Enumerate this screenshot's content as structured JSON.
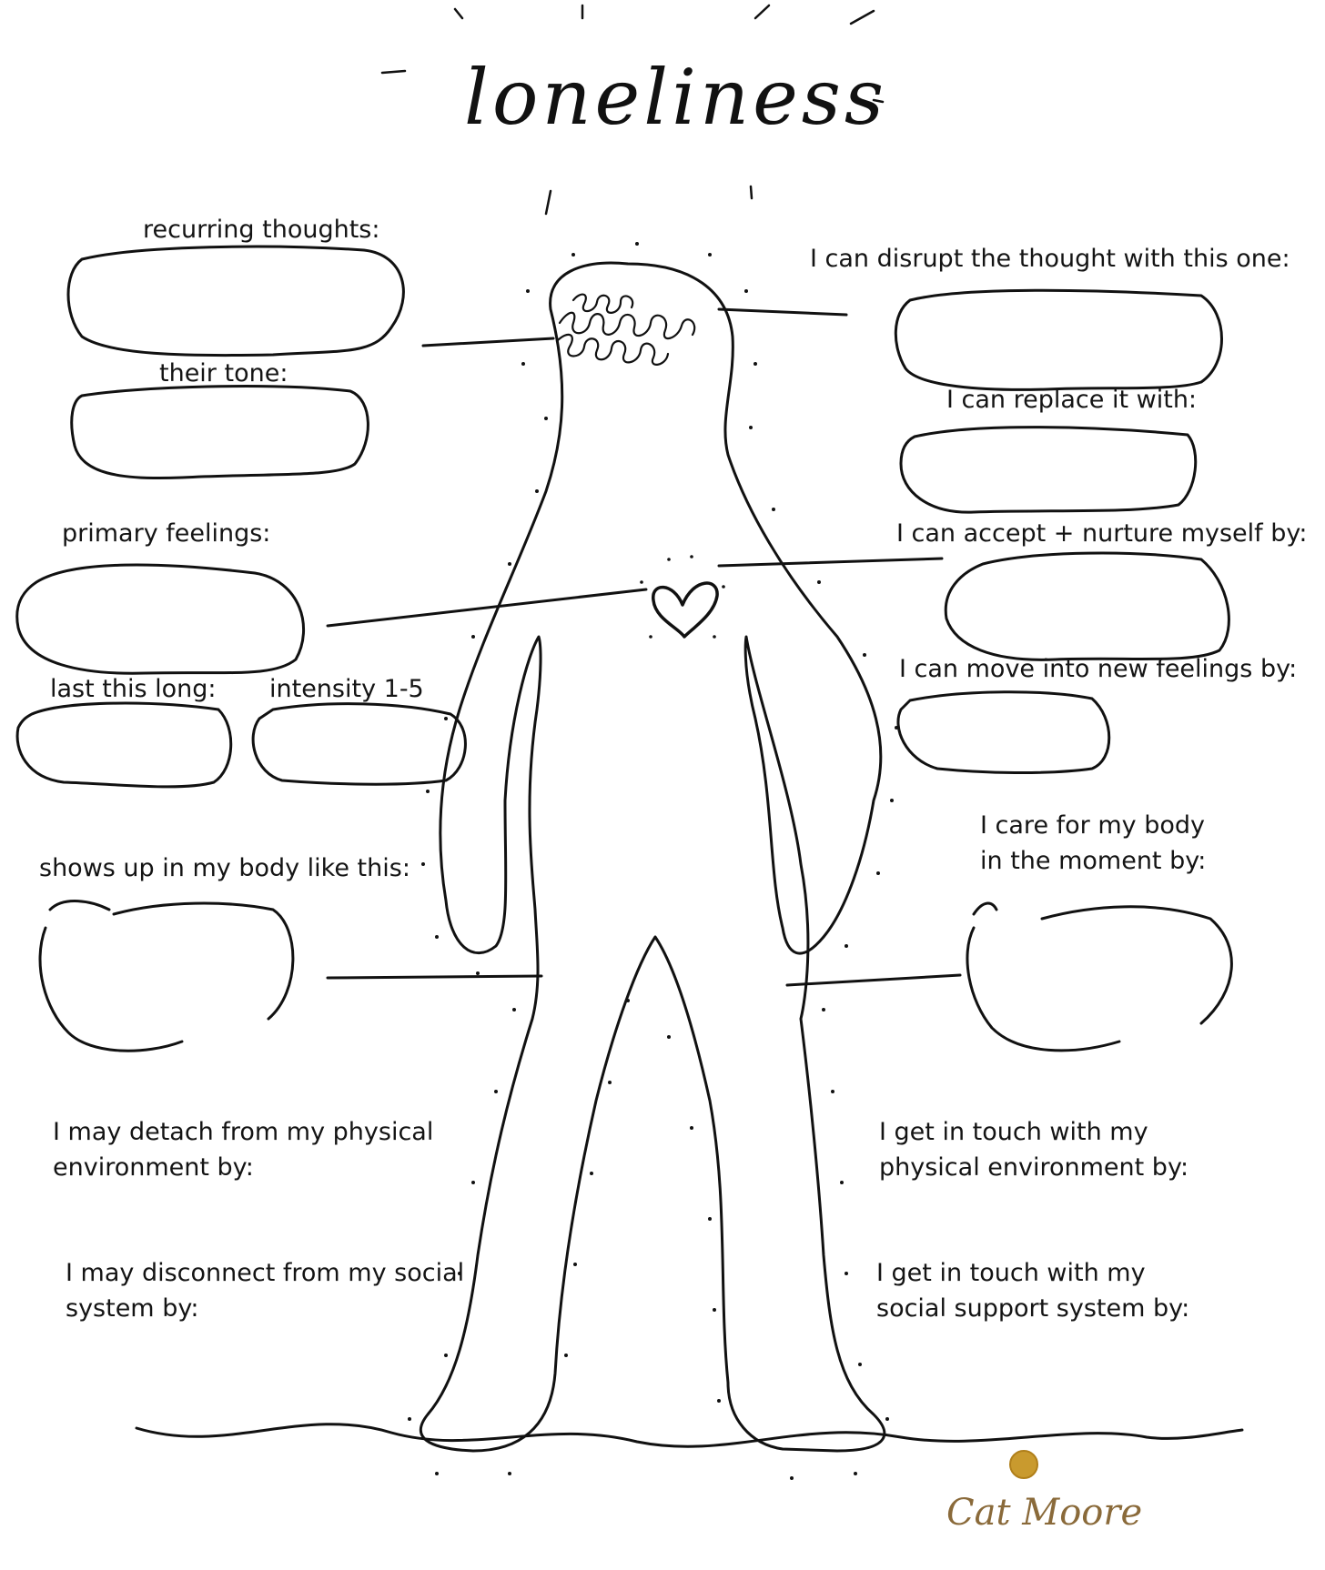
{
  "title": "loneliness",
  "left": {
    "recurring_thoughts": "recurring thoughts:",
    "their_tone": "their tone:",
    "primary_feelings": "primary feelings:",
    "last_this_long": "last this long:",
    "intensity": "intensity 1-5",
    "shows_up": "shows up in my body like this:",
    "detach_line1": "I may detach from my physical",
    "detach_line2": "environment by:",
    "disconnect_line1": "I may disconnect from my social",
    "disconnect_line2": "system by:"
  },
  "right": {
    "disrupt": "I can disrupt the thought with this one:",
    "replace": "I can replace it with:",
    "accept": "I can accept + nurture myself by:",
    "move": "I can move into new feelings by:",
    "care_line1": "I care for my body",
    "care_line2": "in the moment by:",
    "touch_physical_line1": "I get in touch with my",
    "touch_physical_line2": "physical environment by:",
    "touch_social_line1": "I get in touch with my",
    "touch_social_line2": "social support system by:"
  },
  "signature": "Cat Moore",
  "colors": {
    "ink": "#111111",
    "gold": "#c99a2e",
    "signature": "#8a6a3a"
  }
}
